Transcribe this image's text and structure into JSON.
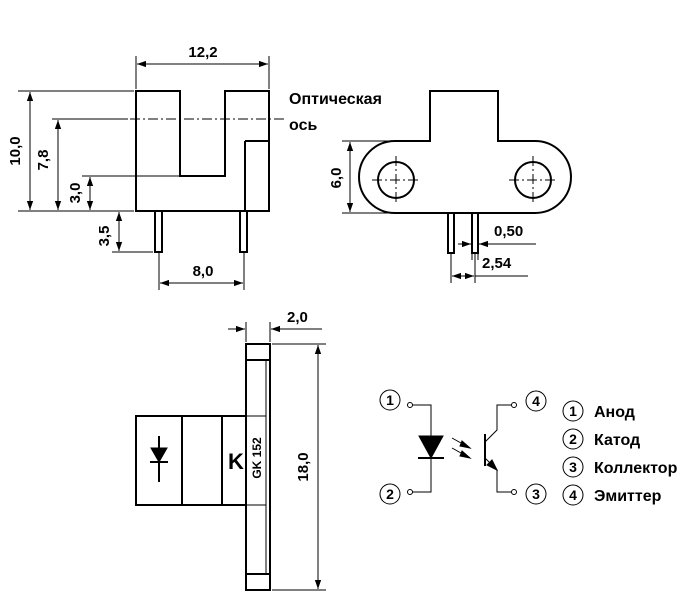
{
  "dimensions": {
    "width_top": "12,2",
    "height_total": "10,0",
    "optical_axis_height": "7,8",
    "slot_bottom": "3,0",
    "pin_length": "3,5",
    "pin_spacing": "8,0",
    "side_height": "6,0",
    "pin_width": "0,50",
    "pin_pitch": "2,54",
    "thickness": "2,0",
    "length": "18,0"
  },
  "optical_axis_label": [
    "Оптическая",
    "ось"
  ],
  "marking": {
    "k": "K",
    "code": "GK 152"
  },
  "pins": [
    {
      "num": "1",
      "name": "Анод"
    },
    {
      "num": "2",
      "name": "Катод"
    },
    {
      "num": "3",
      "name": "Коллектор"
    },
    {
      "num": "4",
      "name": "Эмиттер"
    }
  ],
  "schematic_numbers": [
    "1",
    "2",
    "4",
    "3"
  ]
}
